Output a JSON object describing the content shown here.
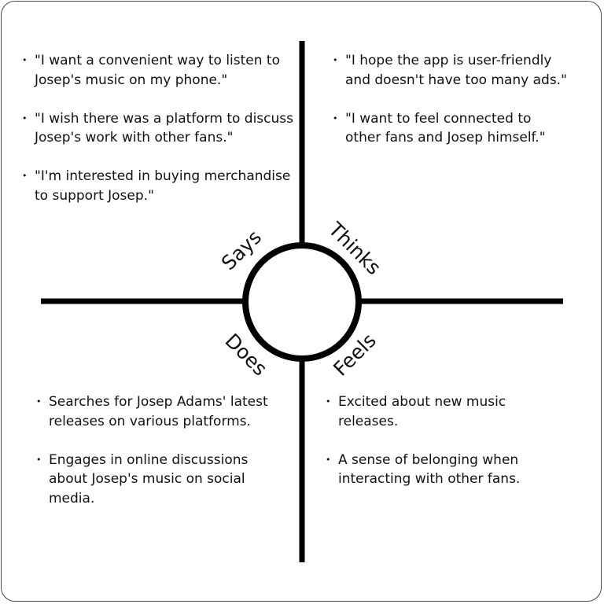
{
  "diagram": {
    "type": "empathy-map",
    "center_labels": {
      "says": "Says",
      "thinks": "Thinks",
      "does": "Does",
      "feels": "Feels"
    },
    "quadrants": {
      "says": [
        "\"I want a convenient way to listen to Josep's music on my phone.\"",
        "\"I wish there was a platform to discuss Josep's work with other fans.\"",
        "\"I'm interested in buying merchandise to support Josep.\""
      ],
      "thinks": [
        "\"I hope the app is user-friendly and doesn't have too many ads.\"",
        "\"I want to feel connected to other fans and Josep himself.\""
      ],
      "does": [
        "Searches for Josep Adams' latest releases on various platforms.",
        "Engages in online discussions about Josep's music on social media."
      ],
      "feels": [
        "Excited about new music releases.",
        "A sense of belonging when interacting with other fans."
      ]
    },
    "colors": {
      "line": "#000000",
      "text": "#111111",
      "background": "#ffffff"
    }
  }
}
